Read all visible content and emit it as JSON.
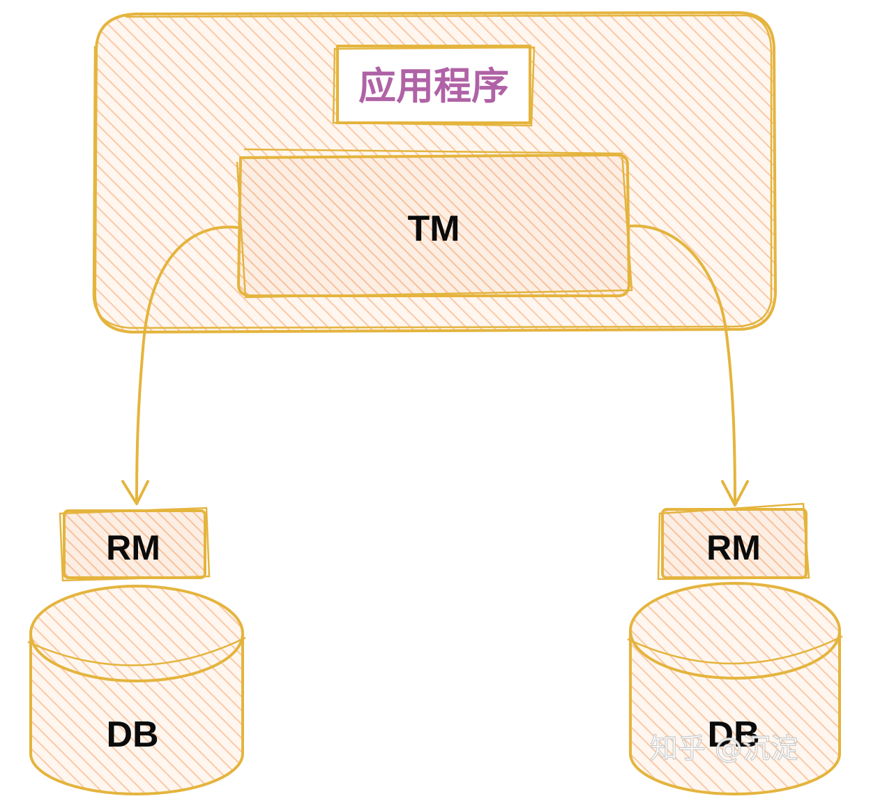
{
  "diagram": {
    "app_label": "应用程序",
    "tm_label": "TM",
    "left": {
      "rm_label": "RM",
      "db_label": "DB"
    },
    "right": {
      "rm_label": "RM",
      "db_label": "DB"
    },
    "watermark": "知乎 @沉淀"
  },
  "colors": {
    "stroke": "#e4b43d",
    "hatch": "#f8c8a8",
    "fill": "#fff4ec",
    "title_text": "#b062a6",
    "label_text": "#0b0b0b",
    "watermark": "#cfcfcf"
  }
}
